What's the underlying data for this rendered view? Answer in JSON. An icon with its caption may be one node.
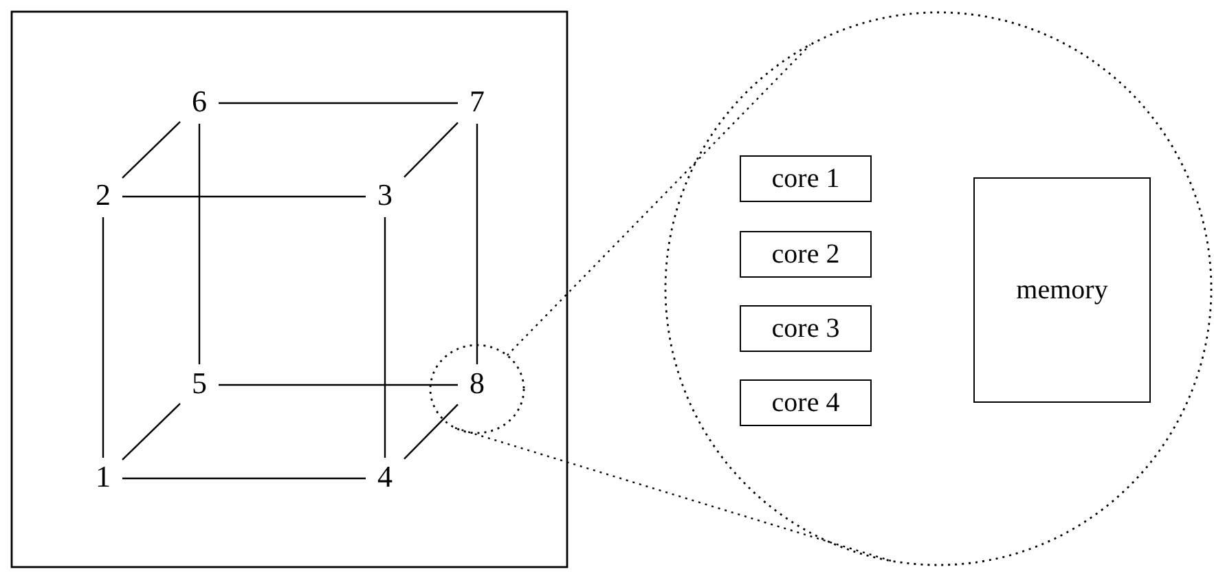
{
  "diagram": {
    "nodes": [
      {
        "text": [],
        "shape": "box"
      },
      {
        "text": [
          "6"
        ],
        "in": 0
      },
      {
        "text": [
          "7"
        ],
        "in": 0
      },
      {
        "text": [
          "2"
        ],
        "in": 0
      },
      {
        "text": [
          "3"
        ],
        "in": 0
      },
      {
        "text": [
          "5"
        ],
        "in": 0
      },
      {
        "text": [],
        "shape": "circle",
        "in": 0
      },
      {
        "text": [
          "8"
        ],
        "in": 6
      },
      {
        "text": [
          "1"
        ],
        "in": 0
      },
      {
        "text": [
          "4"
        ],
        "in": 0
      },
      {
        "text": [],
        "shape": "circle"
      },
      {
        "text": [
          "core 1"
        ],
        "in": 10
      },
      {
        "text": [
          "core 2"
        ],
        "in": 10
      },
      {
        "text": [
          "core 3"
        ],
        "in": 10
      },
      {
        "text": [
          "core 4"
        ],
        "in": 10
      },
      {
        "text": [
          "memory"
        ],
        "in": 10
      }
    ],
    "edges": [
      {
        "from": 1,
        "to": 2,
        "arrow": "none"
      },
      {
        "from": 1,
        "to": 3,
        "arrow": "none"
      },
      {
        "from": 2,
        "to": 4,
        "arrow": "none"
      },
      {
        "from": 3,
        "to": 4,
        "arrow": "none"
      },
      {
        "from": 1,
        "to": 5,
        "arrow": "none"
      },
      {
        "from": 2,
        "to": 7,
        "arrow": "none"
      },
      {
        "from": 3,
        "to": 8,
        "arrow": "none"
      },
      {
        "from": 4,
        "to": 9,
        "arrow": "none"
      },
      {
        "from": 5,
        "to": 7,
        "arrow": "none"
      },
      {
        "from": 5,
        "to": 8,
        "arrow": "none"
      },
      {
        "from": 8,
        "to": 9,
        "arrow": "none"
      },
      {
        "from": 9,
        "to": 7,
        "arrow": "none"
      },
      {
        "from": 6,
        "to": 10,
        "arrow": "none",
        "style": "dashed"
      },
      {
        "from": 6,
        "to": 10,
        "arrow": "none",
        "style": "dashed"
      }
    ]
  }
}
